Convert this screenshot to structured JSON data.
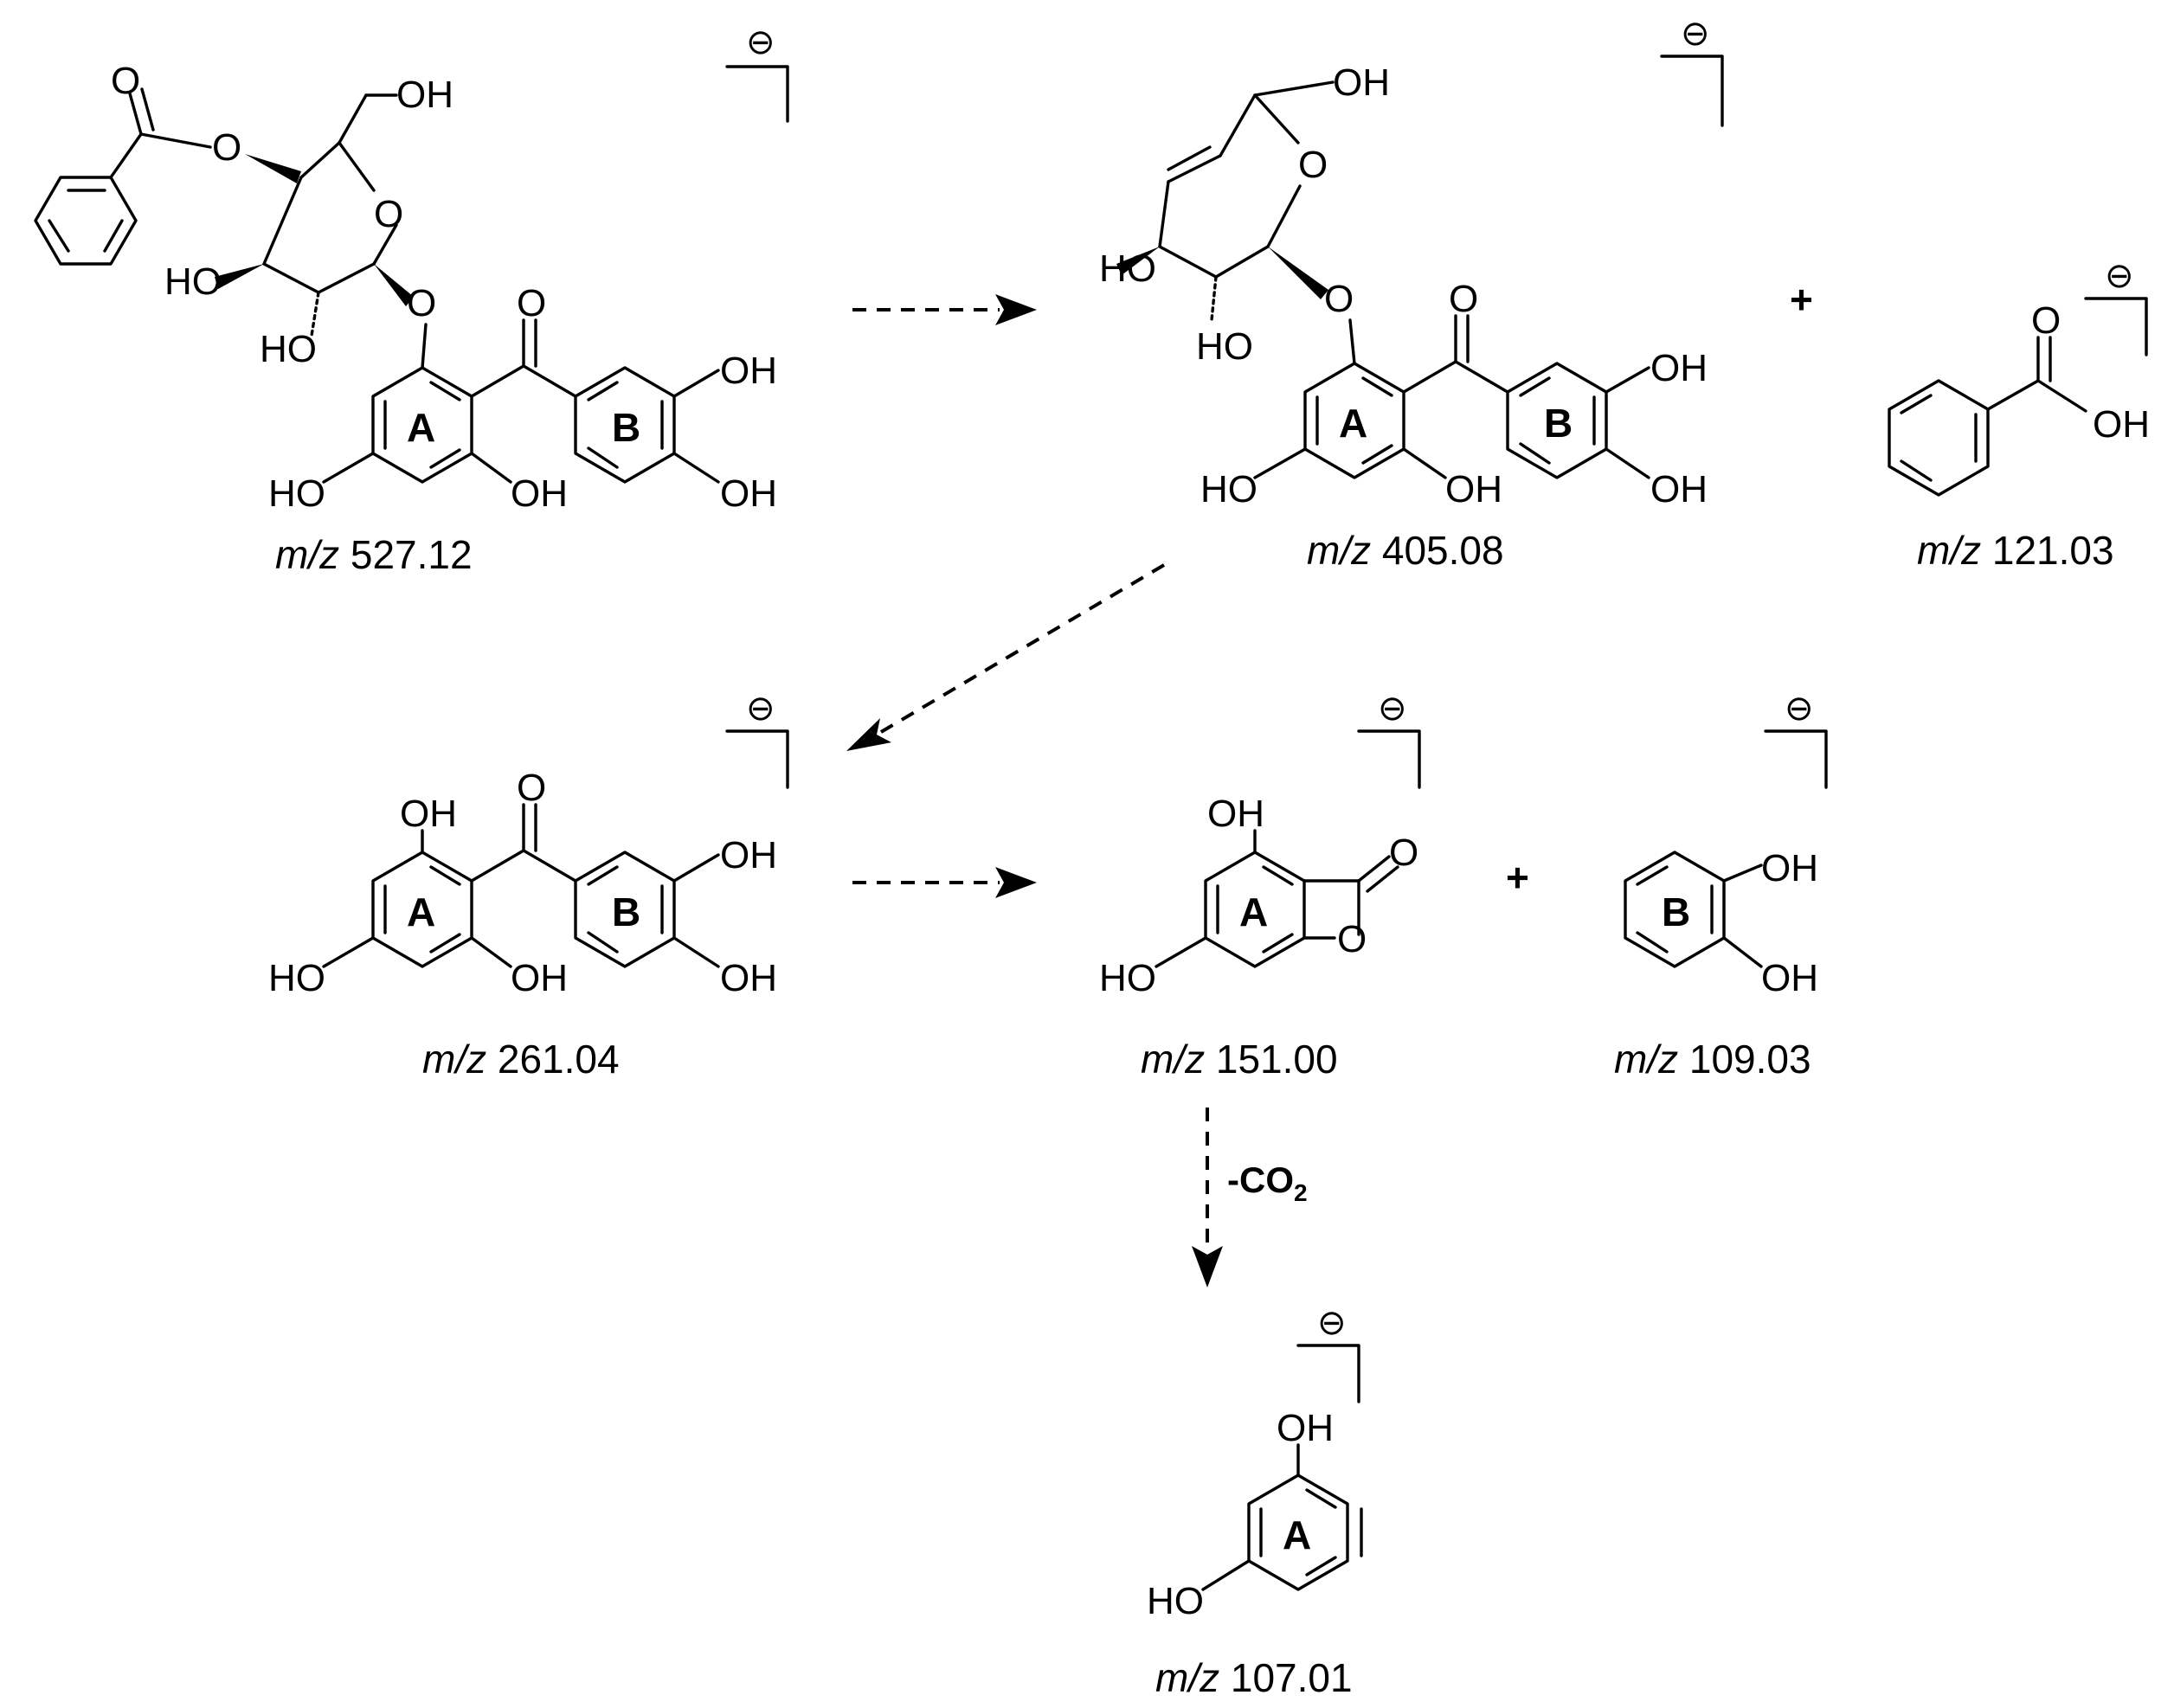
{
  "atoms": {
    "oh": "OH",
    "ho": "HO",
    "o": "O"
  },
  "rings": {
    "a": "A",
    "b": "B"
  },
  "charge": "⊖",
  "plus": "+",
  "condition": {
    "main": "-CO",
    "sub": "2"
  },
  "mz_prefix": "m/z",
  "compounds": [
    {
      "id": "precursor",
      "mz": "527.12"
    },
    {
      "id": "loss-benzoic",
      "mz": "405.08"
    },
    {
      "id": "benzoate",
      "mz": "121.03"
    },
    {
      "id": "aglycone",
      "mz": "261.04"
    },
    {
      "id": "ring-a-lactone",
      "mz": "151.00"
    },
    {
      "id": "catechol",
      "mz": "109.03"
    },
    {
      "id": "benzyne",
      "mz": "107.01"
    }
  ]
}
